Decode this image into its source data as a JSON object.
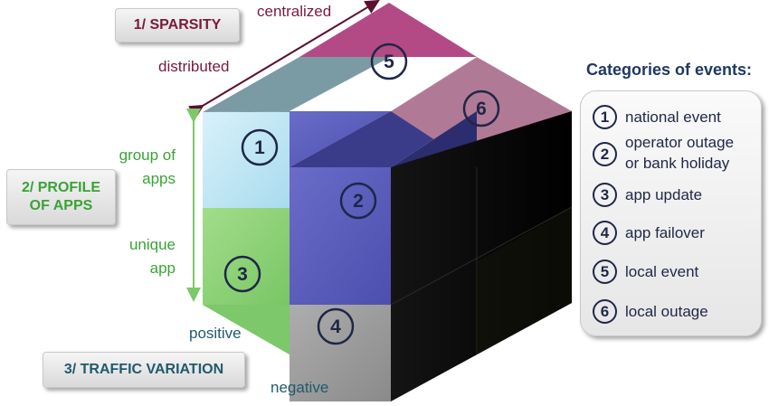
{
  "dimensions": {
    "sparsity": {
      "title": "1/ SPARSITY",
      "high": "centralized",
      "low": "distributed",
      "color": "#7a1a3c"
    },
    "profile": {
      "title_line1": "2/ PROFILE",
      "title_line2": "OF APPS",
      "high": "group of apps",
      "high_line1": "group of",
      "high_line2": "apps",
      "low": "unique app",
      "low_line1": "unique",
      "low_line2": "app",
      "color": "#3aa335"
    },
    "traffic": {
      "title": "3/ TRAFFIC VARIATION",
      "high": "positive",
      "low": "negative",
      "color": "#1f5a6e"
    }
  },
  "cube_cells": [
    {
      "number": "1",
      "color": "#bfe6f3"
    },
    {
      "number": "2",
      "color": "#5a5cb8"
    },
    {
      "number": "3",
      "color": "#8fd47a"
    },
    {
      "number": "4",
      "color": "#9a9a9a"
    },
    {
      "number": "5",
      "color": "#b34a86"
    },
    {
      "number": "6",
      "color": "#b07a96"
    }
  ],
  "legend": {
    "title": "Categories of events:",
    "items": [
      {
        "number": "1",
        "label": "national event"
      },
      {
        "number": "2",
        "label_line1": "operator outage",
        "label_line2": "or bank holiday"
      },
      {
        "number": "3",
        "label": "app update"
      },
      {
        "number": "4",
        "label": "app failover"
      },
      {
        "number": "5",
        "label": "local event"
      },
      {
        "number": "6",
        "label": "local outage"
      }
    ]
  }
}
